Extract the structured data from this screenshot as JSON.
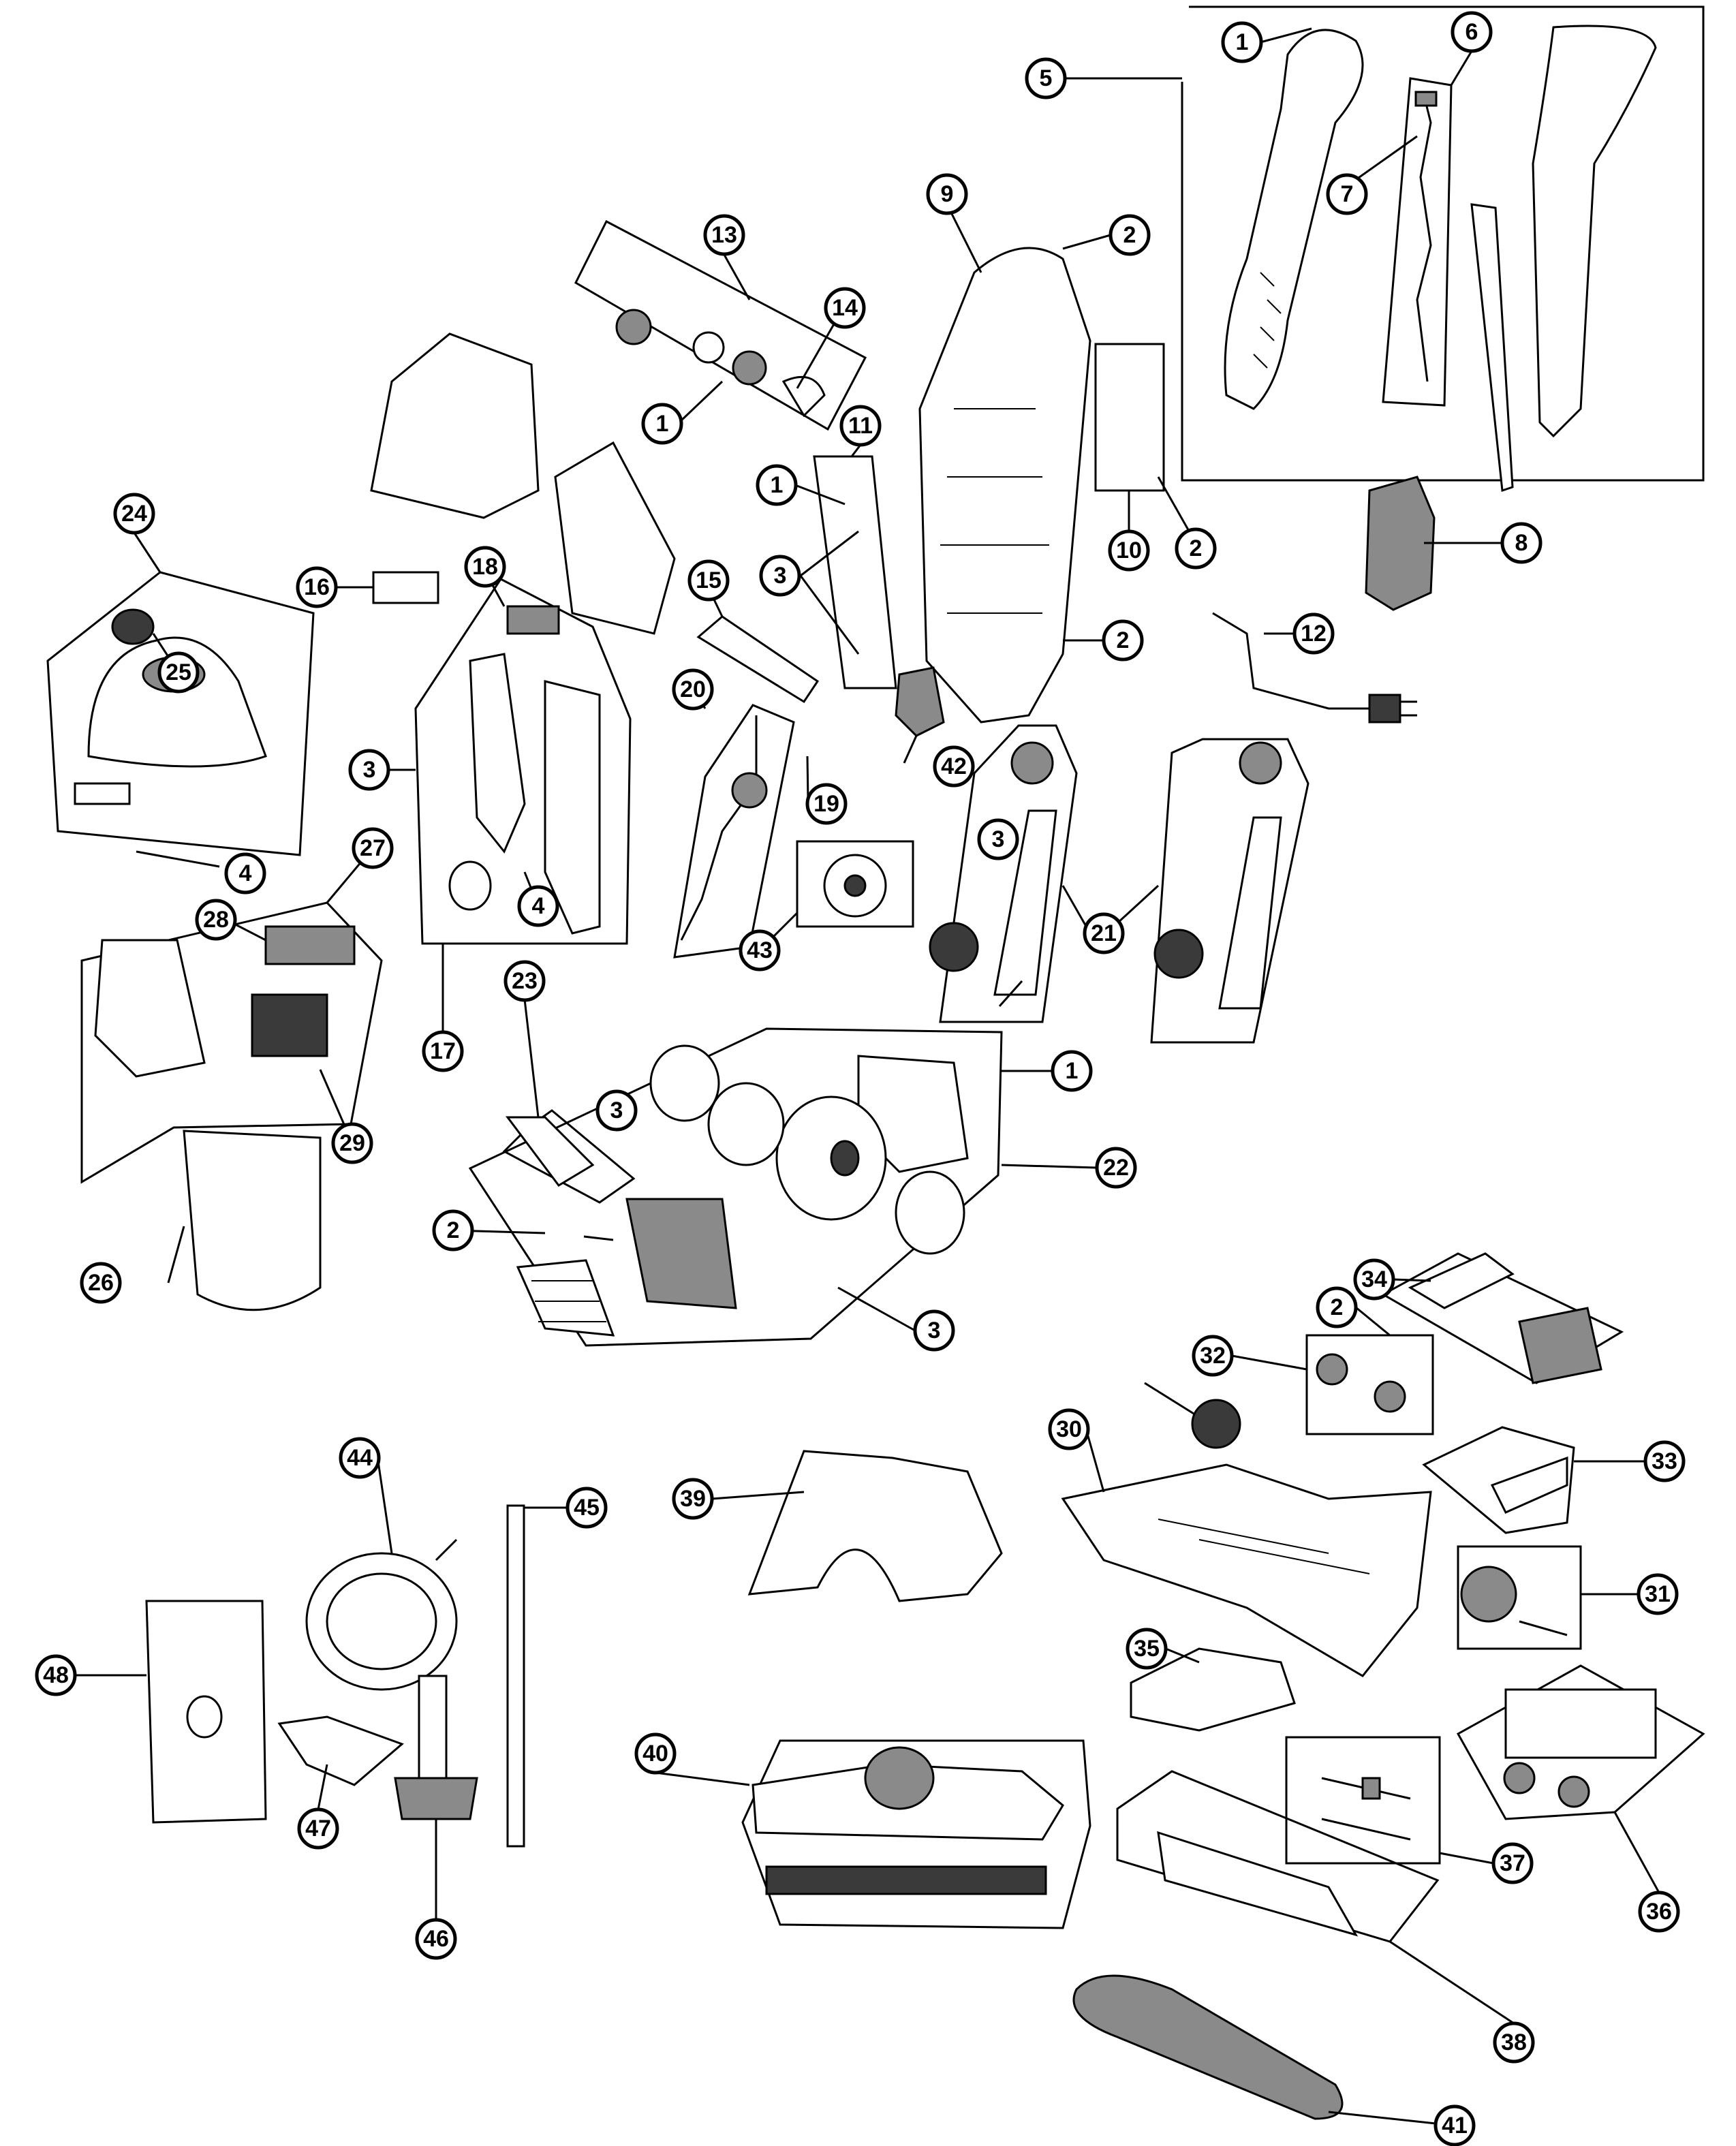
{
  "diagram": {
    "callouts": [
      {
        "id": "c1a",
        "label": "1"
      },
      {
        "id": "c5",
        "label": "5"
      },
      {
        "id": "c6",
        "label": "6"
      },
      {
        "id": "c7",
        "label": "7"
      },
      {
        "id": "c9",
        "label": "9"
      },
      {
        "id": "c2a",
        "label": "2"
      },
      {
        "id": "c13",
        "label": "13"
      },
      {
        "id": "c14",
        "label": "14"
      },
      {
        "id": "c1b",
        "label": "1"
      },
      {
        "id": "c11",
        "label": "11"
      },
      {
        "id": "c10",
        "label": "10"
      },
      {
        "id": "c2b",
        "label": "2"
      },
      {
        "id": "c8",
        "label": "8"
      },
      {
        "id": "c1c",
        "label": "1"
      },
      {
        "id": "c3a",
        "label": "3"
      },
      {
        "id": "c15",
        "label": "15"
      },
      {
        "id": "c2c",
        "label": "2"
      },
      {
        "id": "c24",
        "label": "24"
      },
      {
        "id": "c25",
        "label": "25"
      },
      {
        "id": "c16",
        "label": "16"
      },
      {
        "id": "c18",
        "label": "18"
      },
      {
        "id": "c12",
        "label": "12"
      },
      {
        "id": "c20",
        "label": "20"
      },
      {
        "id": "c3b",
        "label": "3"
      },
      {
        "id": "c19",
        "label": "19"
      },
      {
        "id": "c42",
        "label": "42"
      },
      {
        "id": "c4a",
        "label": "4"
      },
      {
        "id": "c27",
        "label": "27"
      },
      {
        "id": "c4b",
        "label": "4"
      },
      {
        "id": "c3c",
        "label": "3"
      },
      {
        "id": "c28",
        "label": "28"
      },
      {
        "id": "c43",
        "label": "43"
      },
      {
        "id": "c21",
        "label": "21"
      },
      {
        "id": "c17",
        "label": "17"
      },
      {
        "id": "c23",
        "label": "23"
      },
      {
        "id": "c1d",
        "label": "1"
      },
      {
        "id": "c29",
        "label": "29"
      },
      {
        "id": "c3d",
        "label": "3"
      },
      {
        "id": "c22",
        "label": "22"
      },
      {
        "id": "c2d",
        "label": "2"
      },
      {
        "id": "c26",
        "label": "26"
      },
      {
        "id": "c34",
        "label": "34"
      },
      {
        "id": "c3e",
        "label": "3"
      },
      {
        "id": "c2e",
        "label": "2"
      },
      {
        "id": "c32",
        "label": "32"
      },
      {
        "id": "c30",
        "label": "30"
      },
      {
        "id": "c33",
        "label": "33"
      },
      {
        "id": "c44",
        "label": "44"
      },
      {
        "id": "c39",
        "label": "39"
      },
      {
        "id": "c45",
        "label": "45"
      },
      {
        "id": "c31",
        "label": "31"
      },
      {
        "id": "c48",
        "label": "48"
      },
      {
        "id": "c35",
        "label": "35"
      },
      {
        "id": "c40",
        "label": "40"
      },
      {
        "id": "c47",
        "label": "47"
      },
      {
        "id": "c37",
        "label": "37"
      },
      {
        "id": "c46",
        "label": "46"
      },
      {
        "id": "c36",
        "label": "36"
      },
      {
        "id": "c38",
        "label": "38"
      },
      {
        "id": "c41",
        "label": "41"
      }
    ]
  }
}
